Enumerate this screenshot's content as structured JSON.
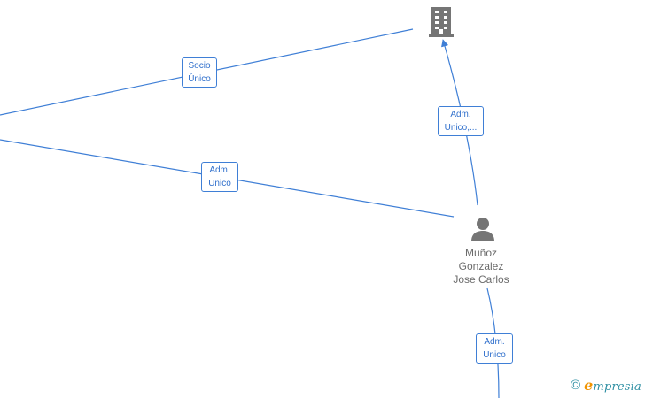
{
  "edges": {
    "socio_unico": {
      "line1": "Socio",
      "line2": "Único"
    },
    "adm_unico_left": {
      "line1": "Adm.",
      "line2": "Unico"
    },
    "adm_unico_top": {
      "line1": "Adm.",
      "line2": "Unico,..."
    },
    "adm_unico_bottom": {
      "line1": "Adm.",
      "line2": "Unico"
    }
  },
  "nodes": {
    "company": {
      "icon": "building-icon"
    },
    "person": {
      "icon": "person-icon",
      "name_line1": "Muñoz",
      "name_line2": "Gonzalez",
      "name_line3": "Jose Carlos"
    }
  },
  "footer": {
    "copyright_symbol": "©",
    "brand_initial": "e",
    "brand_rest": "mpresia"
  },
  "colors": {
    "edge": "#3f7fd6",
    "icon": "#757575",
    "brand_blue": "#2e8fa3",
    "brand_orange": "#f29400"
  }
}
